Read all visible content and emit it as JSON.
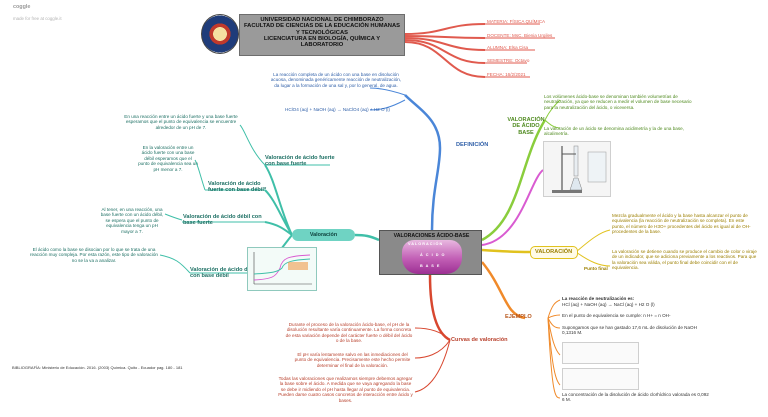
{
  "watermark": {
    "brand": "coggle",
    "made_for_free": "made for free at coggle.it"
  },
  "header": {
    "line1": "UNIVERSIDAD NACIONAL DE CHIMBORAZO",
    "line2": "FACULTAD DE CIENCIAS DE LA EDUCACIÓN HUMANAS",
    "line3": "Y TECNOLÓGICAS",
    "line4": "LICENCIATURA EN BIOLOGÍA, QUÍMICA Y",
    "line5": "LABORATORIO"
  },
  "info": {
    "materia": "MATERIA: FÍSICA QUÍMICA",
    "docente": "DOCENTE: MsC. Bienia Urgiles",
    "alumna": "ALUMNA: Elsa Cisa",
    "semestre": "SEMESTRE: Octavo",
    "fecha": "FECHA: 16/2/2021"
  },
  "center": {
    "title": "VALORACIONES ÁCIDO-BASE",
    "word1": "VALORACIÓN",
    "word2": "Á C I D O",
    "word3": "B A S E"
  },
  "definicion": {
    "label": "DEFINICIÓN",
    "text1": "La reacción completa de un ácido con una base en disolución acuosa, denominada genéricamente reacción de neutralización, da lugar a la formación de una sal y, por lo general, de agua.",
    "equation": "HClO4 (aq) + NaOH (aq) → NaClO4 (aq) + H2 O (l)"
  },
  "valoracion_acido_base": {
    "label": "VALORACIÓN DE ÁCIDO BASE",
    "text1": "Los volúmenes ácido-base se denominan también volumetrías de neutralización, ya que se reducen a medir el volumen de base necesario para la neutralización del ácido, o viceversa.",
    "text2": "La valoración de un ácido se denomina acidimetría y la de una base, alcalimetría."
  },
  "valoracion_right": {
    "label": "VALORACIÓN",
    "text1": "Mezcla gradualmente el ácido y la base hasta alcanzar el punto de equivalencia (la reacción de neutralización se completa). En este punto, el número de H3O+ procedentes del ácido es igual al de OH- procedentes de la base.",
    "punto_final_label": "Punto final",
    "text2": "La valoración se detiene cuando se produce el cambio de color o viraje de un indicador, que se adiciona previamente a los reactivos. Para que la valoración sea válida, el punto final debe coincidir con el de equivalencia."
  },
  "ejemplo": {
    "label": "EJEMPLO",
    "reaction_title": "La reacción de neutralización es:",
    "reaction": "HCl (aq) + NaOH (aq) → NaCl (aq) + H2 O (l)",
    "point": "En el punto de equivalencia se cumple: n H+ = n OH-",
    "supposed": "Supongamos que se han gastado 17,6 mL de disolución de NaOH 0,1316 M.",
    "conclusion": "La concentración de la disolución de ácido clorhídrico valorada es 0,092 6 M."
  },
  "curvas": {
    "label": "Curvas de valoración",
    "text1": "Durante el proceso de la valoración ácido-base, el pH de la disolución resultante varía continuamente. La forma concreta de esta variación depende del carácter fuerte o débil del ácido o de la base.",
    "text2": "El pH varía lentamente salvo en las inmediaciones del punto de equivalencia. Precisamente este hecho permite determinar el final de la valoración.",
    "text3": "Todas las valoraciones que realizamos siempre debemos agregar la base sobre el ácido. A medida que se vaya agregando la base se debe ir midiendo el pH hasta llegar al punto de equivalencia. Pueden darse cuatro casos concretos de interacción entre ácido y bases."
  },
  "valoracion_left": {
    "label": "Valoración",
    "b1_label": "Valoración de ácido fuerte con base fuerte",
    "b1_text": "En una reacción entre un ácido fuerte y una base fuerte esperamos que el punto de equivalencia se encuentre alrededor de un pH de 7.",
    "b2_label": "Valoración de ácido fuerte con base débil*",
    "b2_text": "En la valoración entre un ácido fuerte con una base débil esperamos que el punto de equivalencia sea un pH menor a 7.",
    "b3_label": "Valoración de ácido débil con base fuerte",
    "b3_text": "Al tener, en una reacción, una base fuerte con un ácido débil, se espera que el punto de equivalencia tenga un pH mayor a 7.",
    "b4_label": "Valoración de ácido débil con base débil",
    "b4_text": "El ácido como la base se disocian por lo que se trata de una reacción muy compleja. Por esta razón, este tipo de valoración no se la va a analizar."
  },
  "bibliografia": "BIBLIOGRAFÍA: Ministerio de Educación. 2016. (2003) Química. Quito - Ecuador pag. 180 - 181",
  "colors": {
    "red": "#e05a4e",
    "blue": "#4a86d8",
    "green": "#8acd3c",
    "yellow": "#e1c21e",
    "orange": "#f08a2a",
    "teal": "#3fbfa8",
    "magenta": "#d95bd1"
  }
}
